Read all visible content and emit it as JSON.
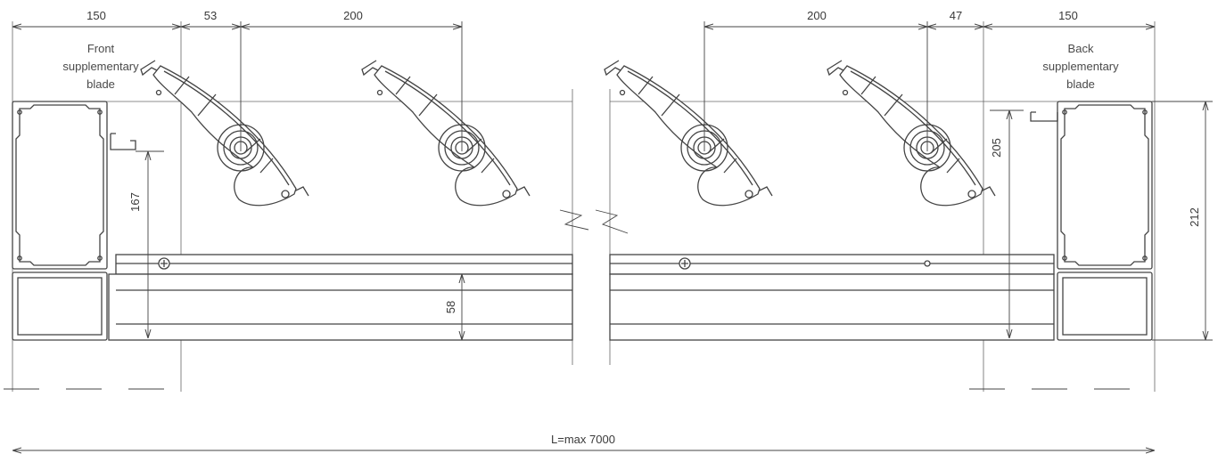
{
  "dimensions": {
    "front_frame": "150",
    "front_offset": "53",
    "front_pitch": "200",
    "back_pitch": "200",
    "back_offset": "47",
    "back_frame": "150",
    "front_height": "167",
    "back_height": "205",
    "beam_height": "58",
    "total_height": "212",
    "length": "L=max 7000"
  },
  "labels": {
    "front_blade": [
      "Front",
      "supplementary",
      "blade"
    ],
    "back_blade": [
      "Back",
      "supplementary",
      "blade"
    ]
  },
  "colors": {
    "line": "#444444",
    "text": "#3a3a3a",
    "background": "#ffffff"
  }
}
